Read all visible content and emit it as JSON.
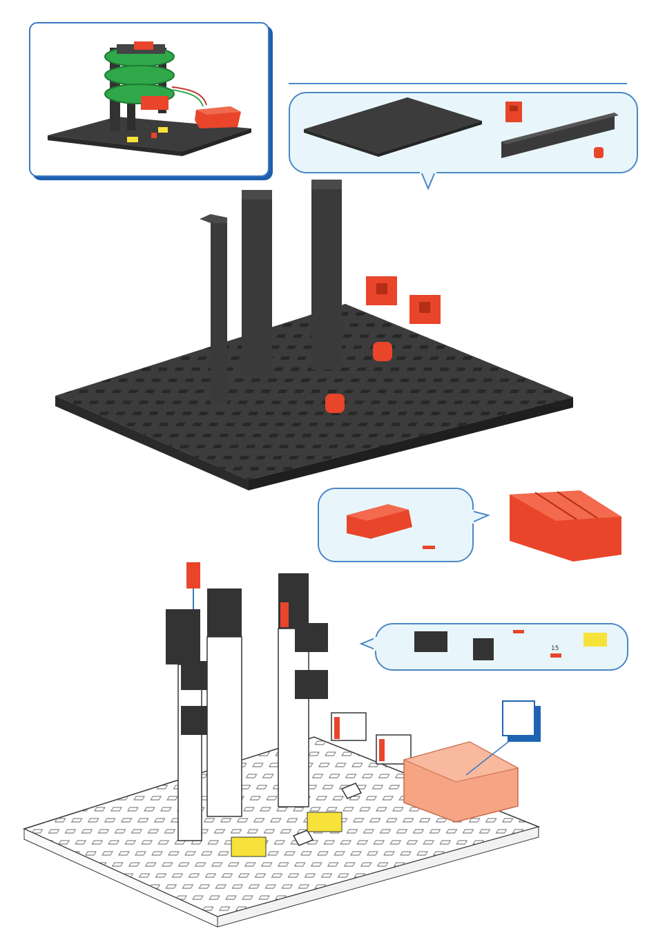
{
  "page": {
    "title": "",
    "background": "#ffffff"
  },
  "colors": {
    "baseplate_dark": "#3c3c3c",
    "part_red": "#e8452b",
    "part_yellow": "#f6e23a",
    "accent_blue": "#1e5fae",
    "bubble_fill": "#e8f6fb",
    "motor_highlight": "#f5a584"
  },
  "steps": [
    {
      "id": "step-1",
      "parts_bubble": {
        "items": [
          {
            "name": "baseplate",
            "color": "dark-grey"
          },
          {
            "name": "building-block-red",
            "color": "red"
          },
          {
            "name": "building-block-long",
            "color": "dark-grey"
          },
          {
            "name": "angle-block-red",
            "color": "red"
          }
        ]
      }
    },
    {
      "id": "step-2",
      "parts_bubble": {
        "items": [
          {
            "name": "motor",
            "color": "red"
          },
          {
            "name": "connector-small-red",
            "color": "red"
          }
        ]
      }
    },
    {
      "id": "step-3",
      "parts_bubble": {
        "items": [
          {
            "name": "building-block-double",
            "color": "dark-grey"
          },
          {
            "name": "building-block-cube",
            "color": "dark-grey"
          },
          {
            "name": "connector-small-red",
            "color": "red"
          },
          {
            "name": "connector-15",
            "color": "red",
            "qty_label": "15"
          },
          {
            "name": "switch-yellow",
            "color": "yellow"
          }
        ]
      },
      "callout_box": {
        "label": ""
      }
    }
  ]
}
